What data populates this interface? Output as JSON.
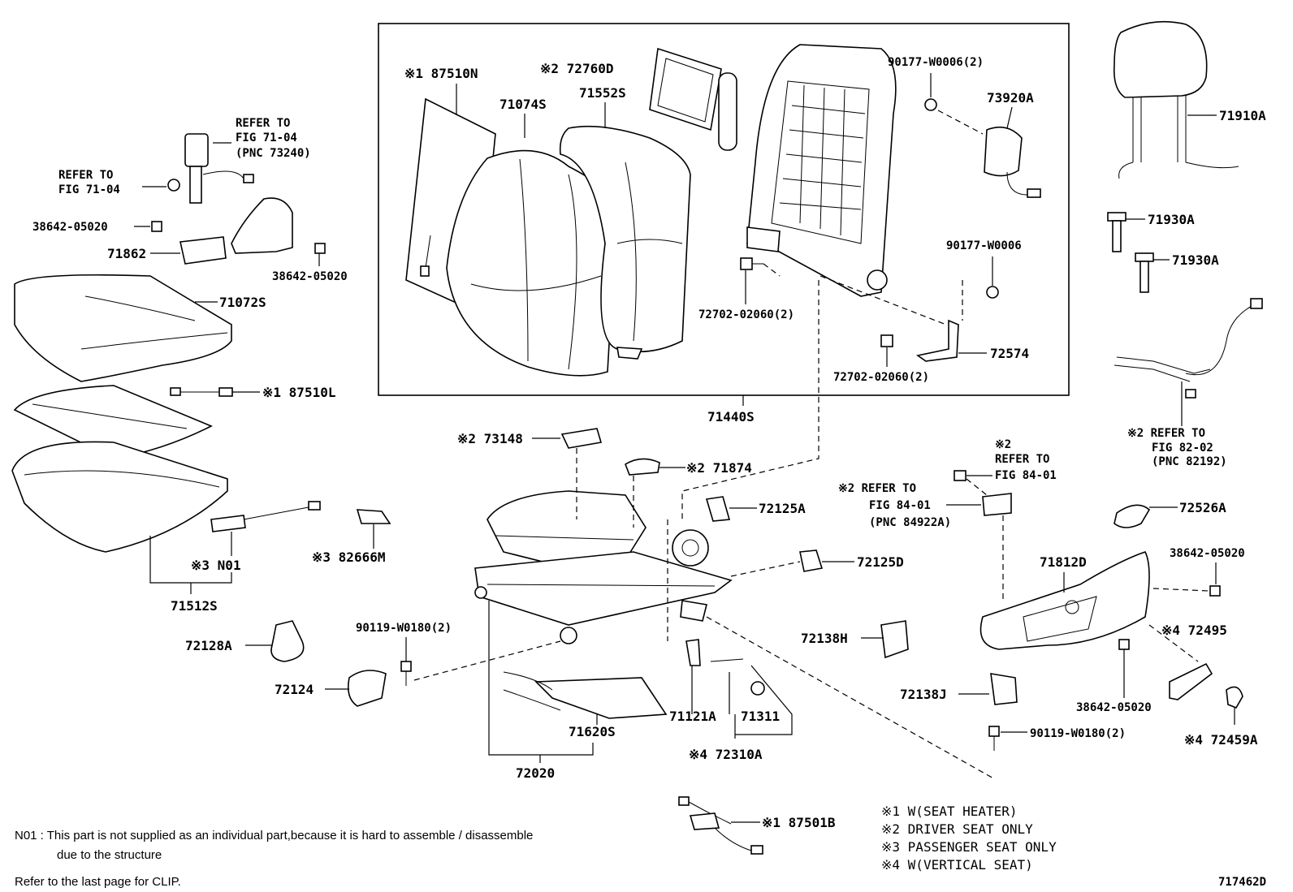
{
  "box_label": "71440S",
  "labels": {
    "p87510N": "※1 87510N",
    "p71074S": "71074S",
    "p71552S": "71552S",
    "p72760D": "※2 72760D",
    "p90177W0006_2": "90177-W0006(2)",
    "p73920A": "73920A",
    "p90177W0006": "90177-W0006",
    "p72702_a": "72702-02060(2)",
    "p72702_b": "72702-02060(2)",
    "p72574": "72574",
    "p71910A": "71910A",
    "p71930A_1": "71930A",
    "p71930A_2": "71930A",
    "ref_82_02": [
      "※2 REFER TO",
      "FIG 82-02",
      "(PNC 82192)"
    ],
    "ref_71_04_a": [
      "REFER TO",
      "FIG 71-04",
      "(PNC 73240)"
    ],
    "ref_71_04_b": [
      "REFER TO",
      "FIG 71-04"
    ],
    "p38642_a": "38642-05020",
    "p71862": "71862",
    "p38642_b": "38642-05020",
    "p71072S": "71072S",
    "p87510L": "※1 87510L",
    "pN01": "※3 N01",
    "p71512S": "71512S",
    "p82666M": "※3 82666M",
    "p73148": "※2 73148",
    "p71874": "※2 71874",
    "p72125A": "72125A",
    "p72125D": "72125D",
    "p72128A": "72128A",
    "p90119_a": "90119-W0180(2)",
    "p72124": "72124",
    "p71620S": "71620S",
    "p72020": "72020",
    "p71121A": "71121A",
    "p71311": "71311",
    "p72310A": "※4 72310A",
    "p72138H": "72138H",
    "p72138J": "72138J",
    "p90119_b": "90119-W0180(2)",
    "ref_84_01_a": [
      "※2",
      "REFER TO",
      "FIG 84-01"
    ],
    "ref_84_01_b": [
      "※2 REFER TO",
      "FIG 84-01",
      "(PNC 84922A)"
    ],
    "p72526A": "72526A",
    "p71812D": "71812D",
    "p38642_c": "38642-05020",
    "p72495": "※4 72495",
    "p38642_d": "38642-05020",
    "p72459A": "※4 72459A",
    "p87501B": "※1 87501B"
  },
  "legend": [
    "※1 W(SEAT HEATER)",
    "※2 DRIVER SEAT ONLY",
    "※3 PASSENGER SEAT ONLY",
    "※4 W(VERTICAL SEAT)"
  ],
  "notes": {
    "n01_line1": "N01 : This part is not supplied as an individual part,because it is hard to assemble / disassemble",
    "n01_line2": "due to the structure",
    "clip": "Refer to the last page for CLIP."
  },
  "figure_id": "717462D"
}
